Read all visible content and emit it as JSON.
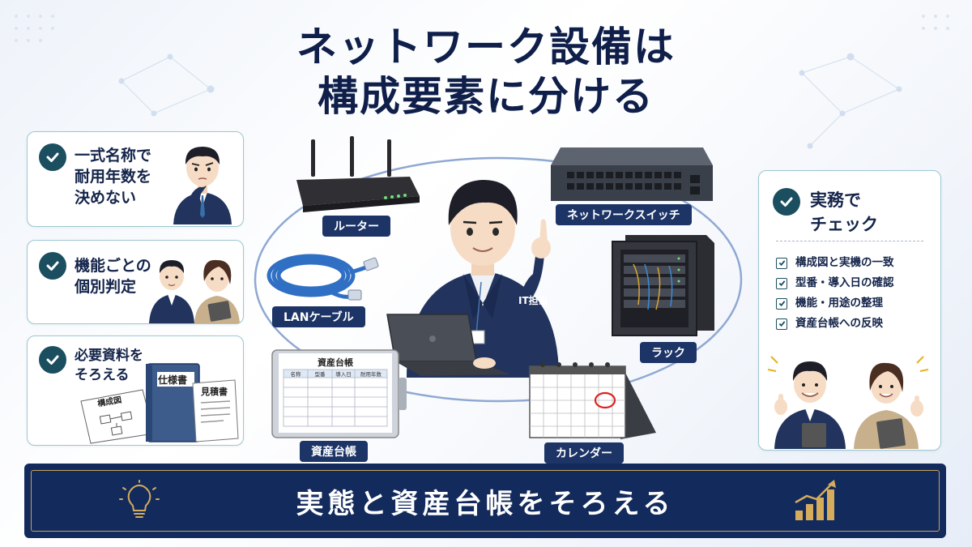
{
  "title": {
    "line1": "ネットワーク設備は",
    "line2": "構成要素に分ける"
  },
  "left_cards": [
    {
      "text": "一式名称で\n耐用年数を\n決めない"
    },
    {
      "text": "機能ごとの\n個別判定"
    },
    {
      "text": "必要資料を\nそろえる"
    }
  ],
  "docs": {
    "spec": "仕様書",
    "estimate": "見積書",
    "diagram": "構成図"
  },
  "items": {
    "router": "ルーター",
    "switch": "ネットワークスイッチ",
    "lan": "LANケーブル",
    "rack": "ラック",
    "ledger": "資産台帳",
    "calendar": "カレンダー"
  },
  "ledger": {
    "heading": "資産台帳",
    "columns": [
      "名称",
      "型番",
      "導入日",
      "耐用年数"
    ]
  },
  "person_badge": "IT担当",
  "right_panel": {
    "title": "実務で\nチェック",
    "checklist": [
      "構成図と実機の一致",
      "型番・導入日の確認",
      "機能・用途の整理",
      "資産台帳への反映"
    ]
  },
  "banner": {
    "text": "実態と資産台帳をそろえる"
  },
  "colors": {
    "navy": "#132a5c",
    "teal": "#1b4f5f",
    "gold": "#c8a35a",
    "label": "#1d3466"
  }
}
